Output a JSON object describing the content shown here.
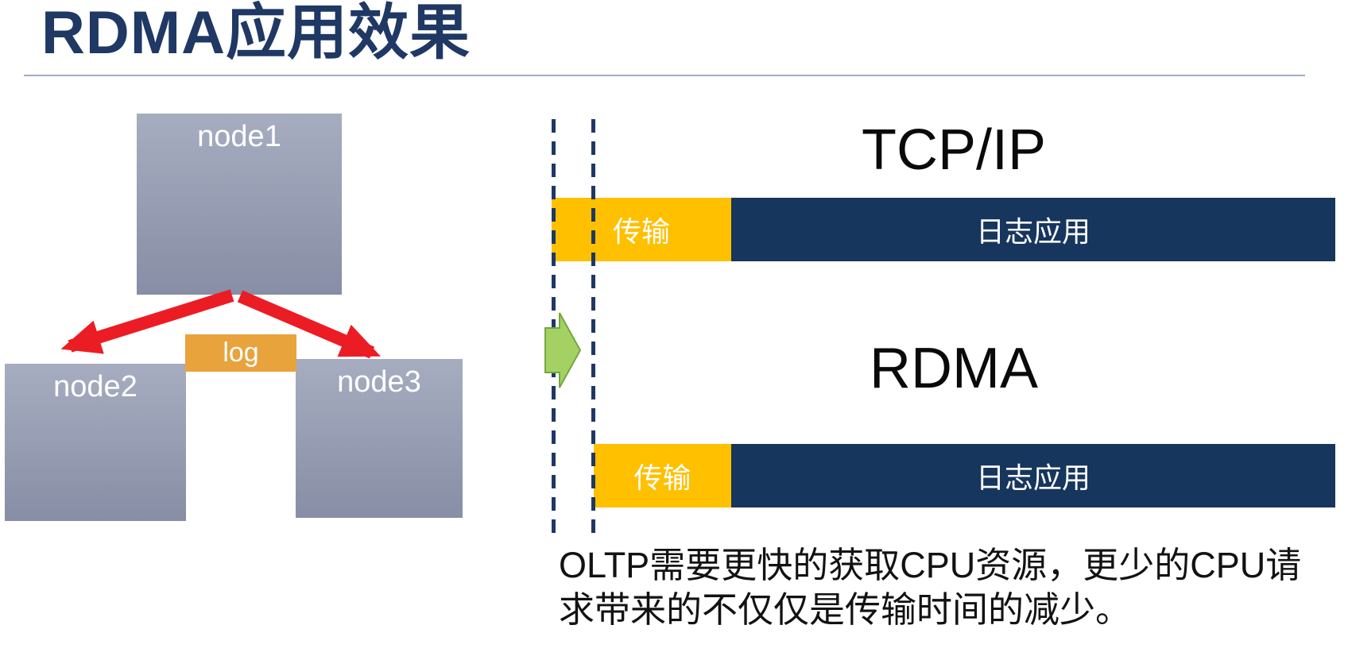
{
  "title": "RDMA应用效果",
  "left_diagram": {
    "node1_label": "node1",
    "node2_label": "node2",
    "node3_label": "node3",
    "log_label": "log"
  },
  "right_diagram": {
    "tcp_title": "TCP/IP",
    "rdma_title": "RDMA",
    "tcp_bar": {
      "transfer_label": "传输",
      "app_label": "日志应用"
    },
    "rdma_bar": {
      "transfer_label": "传输",
      "app_label": "日志应用"
    },
    "caption_line1": "OLTP需要更快的获取CPU资源，更少的CPU请",
    "caption_line2": "求带来的不仅仅是传输时间的减少。"
  },
  "colors": {
    "title_text": "#1F3864",
    "node_fill_top": "#A7ADC0",
    "node_fill_bottom": "#878EA5",
    "log_fill": "#E8A33D",
    "transfer_fill": "#FFC000",
    "app_fill": "#17365D",
    "red_arrow": "#EC1C24",
    "green_arrow_fill": "#A3D164",
    "green_arrow_border": "#76A73F",
    "dashed_line": "#1F3864"
  }
}
